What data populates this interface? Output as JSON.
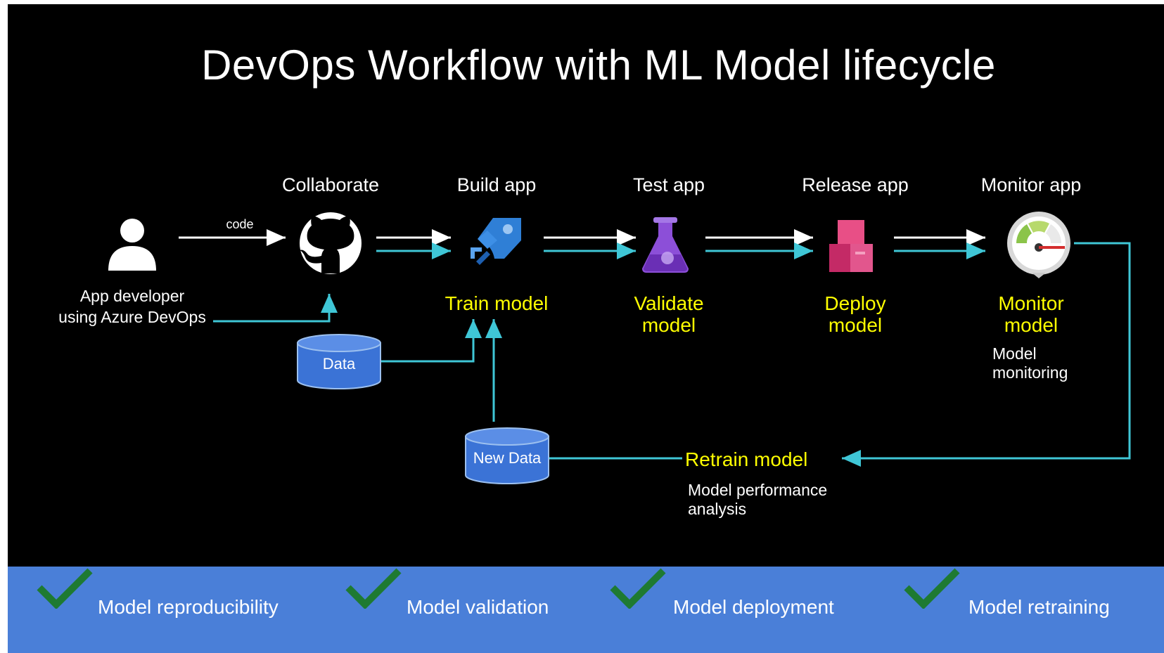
{
  "title": "DevOps Workflow with ML Model lifecycle",
  "actor": {
    "icon": "person-icon",
    "label_line1": "App developer",
    "label_line2": "using Azure DevOps"
  },
  "code_label": "code",
  "stages": [
    {
      "app_label": "Collaborate",
      "icon": "github-icon"
    },
    {
      "app_label": "Build app",
      "icon": "azure-pipelines-icon",
      "ml_line1": "Train model",
      "ml_line2": ""
    },
    {
      "app_label": "Test app",
      "icon": "test-flask-icon",
      "ml_line1": "Validate",
      "ml_line2": "model"
    },
    {
      "app_label": "Release app",
      "icon": "release-boxes-icon",
      "ml_line1": "Deploy",
      "ml_line2": "model"
    },
    {
      "app_label": "Monitor app",
      "icon": "monitor-gauge-icon",
      "ml_line1": "Monitor",
      "ml_line2": "model",
      "note_line1": "Model",
      "note_line2": "monitoring"
    }
  ],
  "data_stores": [
    {
      "label": "Data",
      "icon": "database-icon"
    },
    {
      "label": "New Data",
      "icon": "database-icon"
    }
  ],
  "retrain": {
    "label": "Retrain model",
    "note_line1": "Model performance",
    "note_line2": "analysis"
  },
  "benefits": [
    {
      "label": "Model reproducibility",
      "icon": "checkmark-icon"
    },
    {
      "label": "Model validation",
      "icon": "checkmark-icon"
    },
    {
      "label": "Model deployment",
      "icon": "checkmark-icon"
    },
    {
      "label": "Model retraining",
      "icon": "checkmark-icon"
    }
  ],
  "colors": {
    "background": "#000000",
    "ml_text": "#ffff00",
    "ml_flow": "#3fc6d6",
    "app_flow": "#ffffff",
    "band": "#4a7fd8",
    "check": "#1e7a32",
    "database": "#3b73d6"
  }
}
